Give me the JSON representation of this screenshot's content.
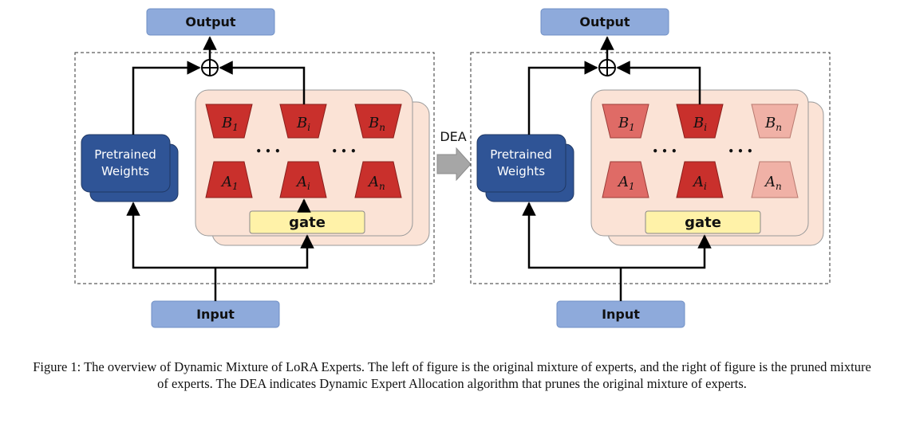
{
  "left_panel": {
    "output_label": "Output",
    "input_label": "Input",
    "pretrained_line1": "Pretrained",
    "pretrained_line2": "Weights",
    "gate_label": "gate",
    "dots": "• • •",
    "experts_B": [
      {
        "base": "B",
        "sub": "1"
      },
      {
        "base": "B",
        "sub": "i"
      },
      {
        "base": "B",
        "sub": "n"
      }
    ],
    "experts_A": [
      {
        "base": "A",
        "sub": "1"
      },
      {
        "base": "A",
        "sub": "i"
      },
      {
        "base": "A",
        "sub": "n"
      }
    ]
  },
  "right_panel": {
    "output_label": "Output",
    "input_label": "Input",
    "pretrained_line1": "Pretrained",
    "pretrained_line2": "Weights",
    "gate_label": "gate",
    "dots": "• • •",
    "experts_B": [
      {
        "base": "B",
        "sub": "1"
      },
      {
        "base": "B",
        "sub": "i"
      },
      {
        "base": "B",
        "sub": "n"
      }
    ],
    "experts_A": [
      {
        "base": "A",
        "sub": "1"
      },
      {
        "base": "A",
        "sub": "i"
      },
      {
        "base": "A",
        "sub": "n"
      }
    ]
  },
  "transition_label": "DEA",
  "caption": "Figure 1: The overview of Dynamic Mixture of LoRA Experts. The left of figure is the original mixture of experts, and the right of figure is the pruned mixture of experts. The DEA indicates Dynamic Expert Allocation algorithm that prunes the original mixture of experts.",
  "colors": {
    "io_box": "#8eaadb",
    "pretrained": "#2f5496",
    "panel_bg": "#fbe3d6",
    "gate": "#fff2a8",
    "expert_active": "#c9302c",
    "expert_mid": "#df6b66",
    "expert_light": "#f0b1a6",
    "arrow_gray": "#a6a6a6"
  }
}
